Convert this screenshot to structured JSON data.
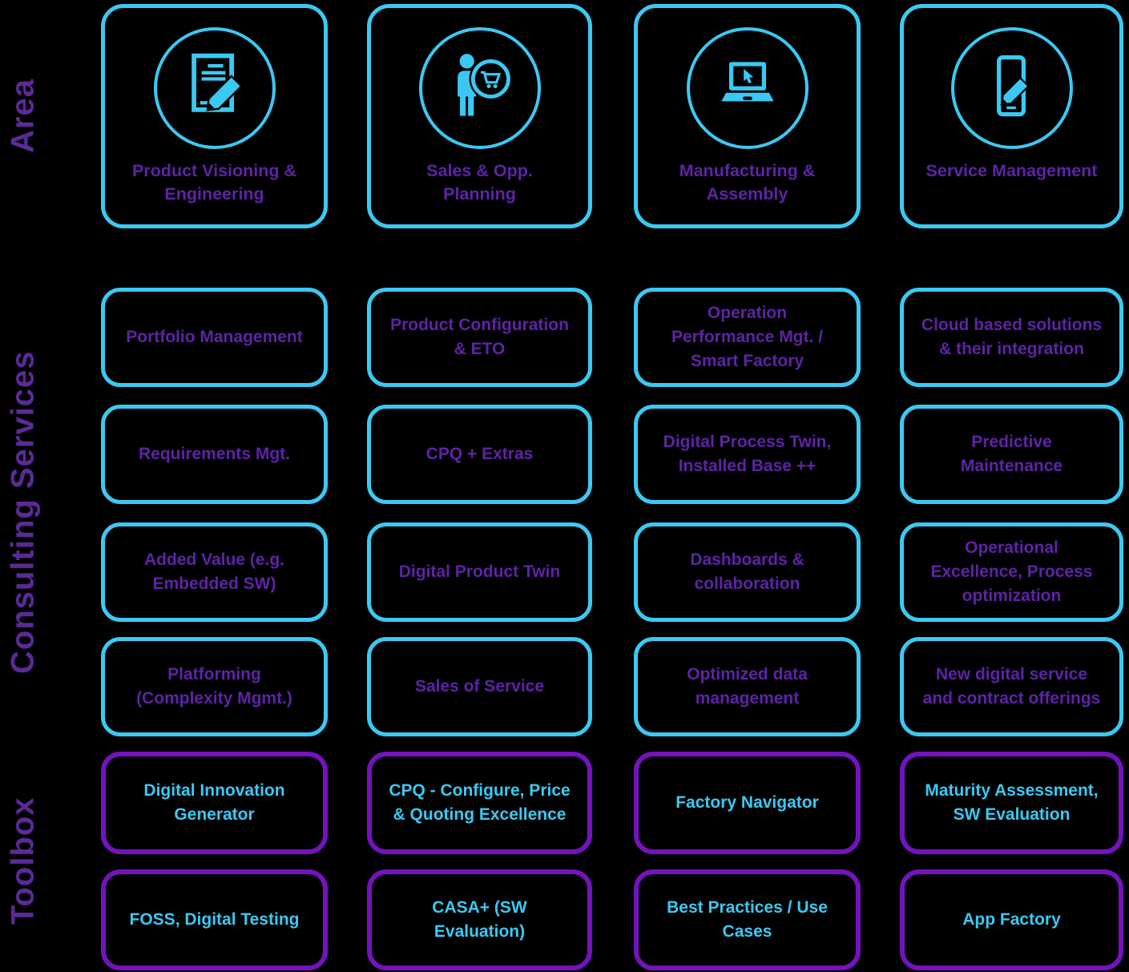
{
  "colors": {
    "cyan": "#3bc9f3",
    "purple_text": "#5e23a6",
    "side_label": "#5b2a96",
    "toolbox_border": "#7413bd",
    "background": "#000000"
  },
  "sections": {
    "area_label": "Area",
    "consulting_label": "Consulting Services",
    "toolbox_label": "Toolbox"
  },
  "areas": [
    {
      "label": "Product Visioning & Engineering",
      "icon": "document-edit-icon"
    },
    {
      "label": "Sales & Opp. Planning",
      "icon": "salesperson-cart-icon"
    },
    {
      "label": "Manufacturing & Assembly",
      "icon": "laptop-cursor-icon"
    },
    {
      "label": "Service Management",
      "icon": "mobile-edit-icon"
    }
  ],
  "consulting": {
    "rows": [
      {
        "cells": [
          {
            "label": "Portfolio Management"
          },
          {
            "label": "Product Configuration & ETO"
          },
          {
            "label": "Operation Performance Mgt. / Smart Factory"
          },
          {
            "label": "Cloud based solutions & their integration"
          }
        ]
      },
      {
        "cells": [
          {
            "label": "Requirements Mgt."
          },
          {
            "label": "CPQ + Extras"
          },
          {
            "label": "Digital Process Twin, Installed Base ++"
          },
          {
            "label": "Predictive Maintenance"
          }
        ]
      },
      {
        "cells": [
          {
            "label": "Added Value (e.g. Embedded SW)"
          },
          {
            "label": "Digital Product Twin"
          },
          {
            "label": "Dashboards & collaboration"
          },
          {
            "label": "Operational Excellence, Process optimization"
          }
        ]
      },
      {
        "cells": [
          {
            "label": "Platforming (Complexity Mgmt.)"
          },
          {
            "label": "Sales of Service"
          },
          {
            "label": "Optimized data management"
          },
          {
            "label": "New digital service and contract offerings"
          }
        ]
      }
    ]
  },
  "toolbox": {
    "rows": [
      {
        "cells": [
          {
            "label": "Digital Innovation Generator"
          },
          {
            "label": "CPQ - Configure, Price & Quoting Excellence"
          },
          {
            "label": "Factory Navigator"
          },
          {
            "label": "Maturity Assessment, SW Evaluation"
          }
        ]
      },
      {
        "cells": [
          {
            "label": "FOSS, Digital Testing"
          },
          {
            "label": "CASA+ (SW Evaluation)"
          },
          {
            "label": "Best Practices / Use Cases"
          },
          {
            "label": "App Factory"
          }
        ]
      }
    ]
  }
}
